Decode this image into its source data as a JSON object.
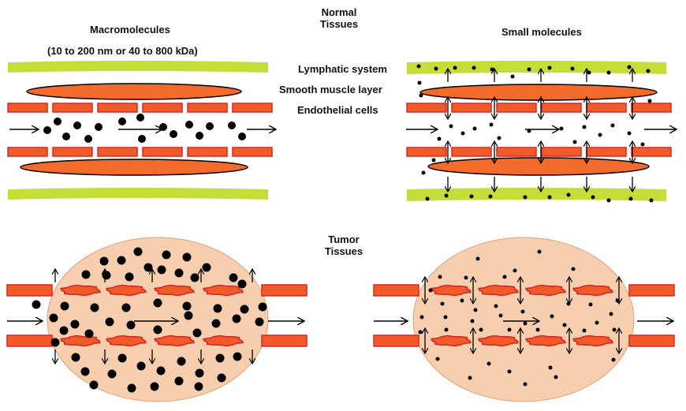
{
  "labels": {
    "normal_line1": "Normal",
    "normal_line2": "Tissues",
    "macromolecules": "Macromolecules",
    "size_range": "(10 to 200 nm or 40 to 800 kDa)",
    "small_molecules": "Small  molecules",
    "lymphatic": "Lymphatic system",
    "smooth_muscle": "Smooth muscle layer",
    "endothelial": "Endothelial cells",
    "tumor_line1": "Tumor",
    "tumor_line2": "Tissues"
  },
  "colors": {
    "lymphatic": "#c6dc39",
    "endothelial": "#f15a29",
    "endothelial_stroke": "#d62828",
    "smooth_muscle": "#f26b2a",
    "tumor_tissue": "#f8cfae",
    "particle": "#000000"
  }
}
